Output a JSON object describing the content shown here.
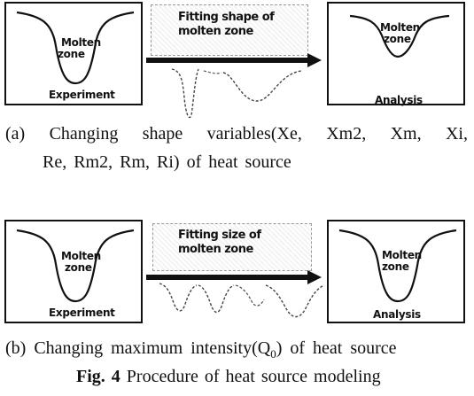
{
  "panel_a": {
    "experiment_label": "Experiment",
    "experiment_zone": [
      "Molten",
      "zone"
    ],
    "fitting_text": [
      "Fitting shape of",
      "molten zone"
    ],
    "analysis_label": "Analysis",
    "analysis_zone": [
      "Molten",
      "zone"
    ],
    "caption_line1": [
      "(a)",
      "Changing",
      "shape",
      "variables(Xe,",
      "Xm2,",
      "Xm,",
      "Xi,"
    ],
    "caption_line2": "Re, Rm2, Rm, Ri) of heat source"
  },
  "panel_b": {
    "experiment_label": "Experiment",
    "experiment_zone": [
      "Molten",
      "zone"
    ],
    "fitting_text": [
      "Fitting size of",
      "molten zone"
    ],
    "analysis_label": "Analysis",
    "analysis_zone": [
      "Molten",
      "zone"
    ],
    "caption_pre": "(b) Changing maximum intensity(Q",
    "caption_sub": "0",
    "caption_post": ") of heat source"
  },
  "figure_caption": {
    "number": "Fig. 4",
    "title": "Procedure of heat source modeling"
  }
}
